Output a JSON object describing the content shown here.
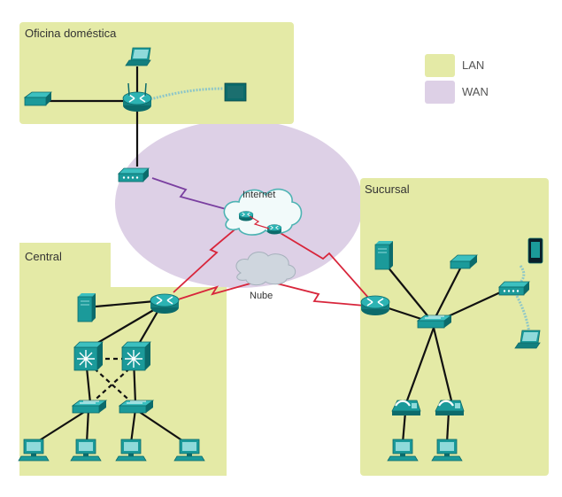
{
  "zones": {
    "home": "Oficina doméstica",
    "branch": "Sucursal",
    "central": "Central"
  },
  "clouds": {
    "internet": "Internet",
    "cloud": "Nube"
  },
  "legend": [
    {
      "label": "LAN",
      "color": "#e4eaa6"
    },
    {
      "label": "WAN",
      "color": "#ddd0e6"
    }
  ],
  "colors": {
    "lan": "#e4eaa6",
    "wan": "#ddd0e6",
    "device": "#1b9a9a",
    "device_dark": "#0c6b6b",
    "link": "#111111",
    "wireless": "#8fc7c7",
    "serial_red": "#d8253b",
    "serial_purple": "#7a3fa0"
  }
}
